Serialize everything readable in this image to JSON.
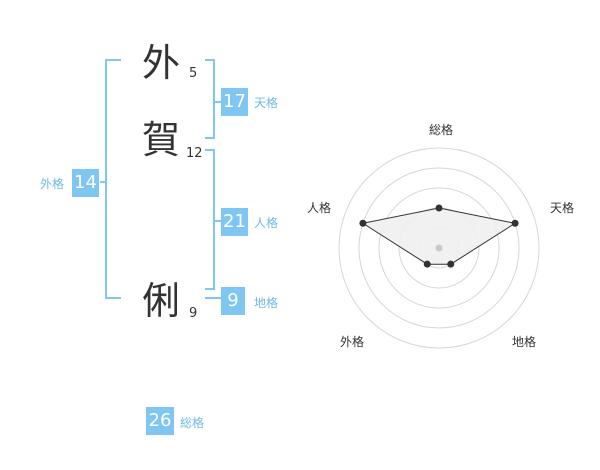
{
  "name": [
    {
      "char": "外",
      "strokes": "5"
    },
    {
      "char": "賀",
      "strokes": "12"
    },
    {
      "char": "俐",
      "strokes": "9"
    }
  ],
  "fortunes": {
    "tenkaku": {
      "value": "17",
      "label": "天格"
    },
    "jinkaku": {
      "value": "21",
      "label": "人格"
    },
    "chikaku": {
      "value": "9",
      "label": "地格"
    },
    "gaikaku": {
      "value": "14",
      "label": "外格"
    },
    "soukaku": {
      "value": "26",
      "label": "総格"
    }
  },
  "colors": {
    "accent": "#7fc6f2",
    "text": "#333333"
  },
  "chart_data": {
    "type": "radar",
    "axes": [
      "総格",
      "天格",
      "地格",
      "外格",
      "人格"
    ],
    "values": [
      2,
      4,
      1,
      1,
      4
    ],
    "range": [
      0,
      5
    ]
  }
}
